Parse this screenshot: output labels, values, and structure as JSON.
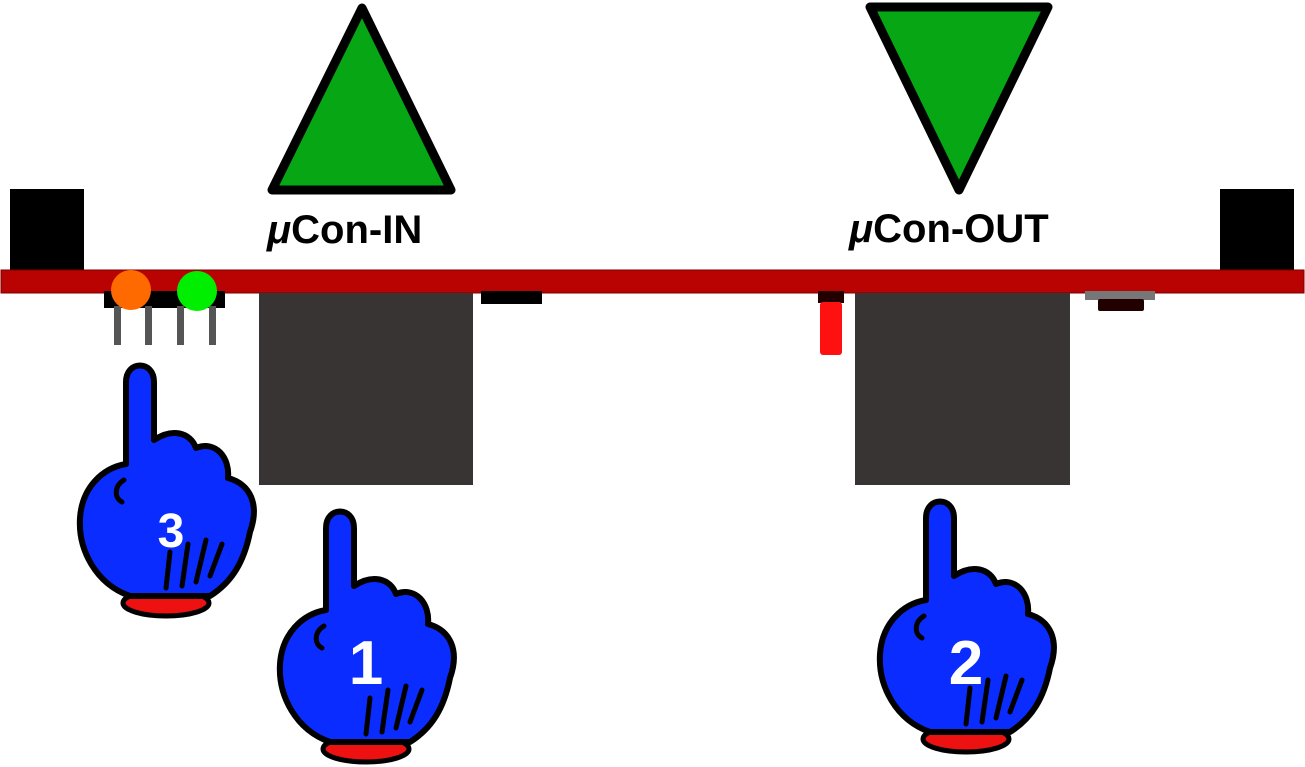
{
  "labels": {
    "mu": "μ",
    "in_suffix": "Con-IN",
    "out_suffix": "Con-OUT"
  },
  "hands": [
    {
      "number": "1"
    },
    {
      "number": "2"
    },
    {
      "number": "3"
    }
  ],
  "arrows": {
    "in_direction": "up",
    "out_direction": "down"
  },
  "leds": {
    "left_color": "#FF6A00",
    "right_color": "#00EE00"
  },
  "colors": {
    "board": "#B90303",
    "arrow_fill": "#06A614",
    "module": "#393434",
    "hand_fill": "#0A2CFF",
    "cuff": "#EE1111",
    "red_part": "#FF1111"
  }
}
